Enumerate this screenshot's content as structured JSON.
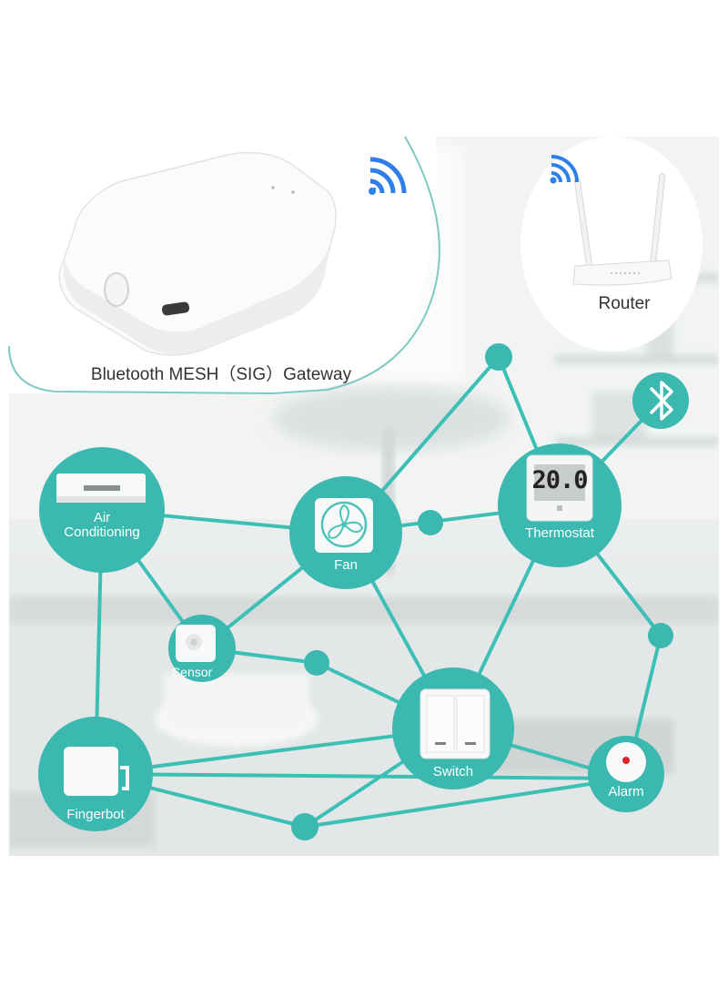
{
  "gateway": {
    "label": "Bluetooth MESH（SIG）Gateway"
  },
  "router": {
    "label": "Router"
  },
  "thermostat_display": "20.0",
  "devices": {
    "air_conditioning": "Air\nConditioning",
    "fan": "Fan",
    "thermostat": "Thermostat",
    "sensor": "Sensor",
    "switch": "Switch",
    "fingerbot": "Fingerbot",
    "alarm": "Alarm"
  },
  "icons": {
    "bluetooth": "bluetooth-icon",
    "wifi": "wifi-icon"
  },
  "colors": {
    "mesh_teal": "#3bb8b0",
    "line_teal": "#3cc0b5",
    "text_dark": "#333333"
  }
}
